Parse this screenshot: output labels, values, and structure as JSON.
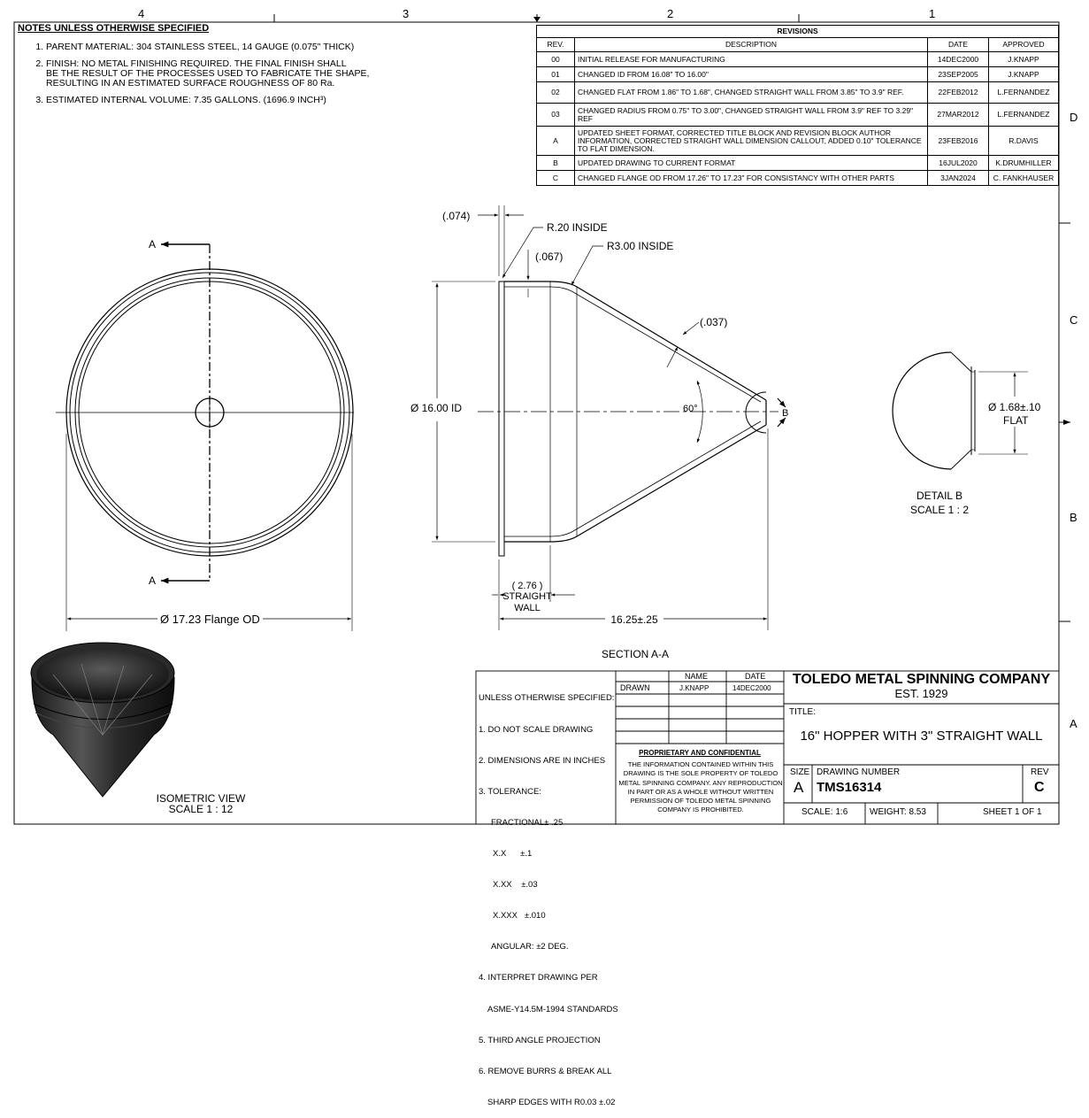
{
  "zones": {
    "top": [
      "4",
      "3",
      "2",
      "1"
    ],
    "right": [
      "D",
      "C",
      "B",
      "A"
    ]
  },
  "notes": {
    "header": "NOTES UNLESS OTHERWISE SPECIFIED",
    "items": [
      "PARENT MATERIAL: 304 STAINLESS STEEL, 14 GAUGE (0.075\" THICK)",
      "FINISH: NO METAL FINISHING REQUIRED.  THE FINAL FINISH SHALL\nBE THE RESULT OF THE PROCESSES USED TO FABRICATE THE SHAPE,\nRESULTING IN AN ESTIMATED SURFACE ROUGHNESS OF 80 Ra.",
      "ESTIMATED INTERNAL VOLUME: 7.35 GALLONS. (1696.9 INCH³)"
    ]
  },
  "revisions": {
    "title": "REVISIONS",
    "headers": [
      "REV.",
      "DESCRIPTION",
      "DATE",
      "APPROVED"
    ],
    "rows": [
      {
        "rev": "00",
        "desc": "INITIAL RELEASE FOR MANUFACTURING",
        "date": "14DEC2000",
        "by": "J.KNAPP"
      },
      {
        "rev": "01",
        "desc": "CHANGED ID FROM 16.08\" TO 16.00\"",
        "date": "23SEP2005",
        "by": "J.KNAPP"
      },
      {
        "rev": "02",
        "desc": "CHANGED FLAT FROM 1.86\" TO 1.68\", CHANGED STRAIGHT WALL FROM 3.85\" TO 3.9\" REF.",
        "date": "22FEB2012",
        "by": "L.FERNANDEZ"
      },
      {
        "rev": "03",
        "desc": "CHANGED RADIUS FROM 0.75\" TO 3.00\", CHANGED STRAIGHT WALL FROM 3.9\" REF TO 3.29\" REF",
        "date": "27MAR2012",
        "by": "L.FERNANDEZ"
      },
      {
        "rev": "A",
        "desc": "UPDATED SHEET FORMAT, CORRECTED TITLE BLOCK AND REVISION BLOCK AUTHOR INFORMATION, CORRECTED STRAIGHT WALL DIMENSION CALLOUT, ADDED 0.10\" TOLERANCE TO FLAT DIMENSION.",
        "date": "23FEB2016",
        "by": "R.DAVIS"
      },
      {
        "rev": "B",
        "desc": "UPDATED DRAWING TO CURRENT FORMAT",
        "date": "16JUL2020",
        "by": "K.DRUMHILLER"
      },
      {
        "rev": "C",
        "desc": "CHANGED FLANGE OD FROM 17.26\" TO 17.23\" FOR CONSISTANCY WITH OTHER PARTS",
        "date": "3JAN2024",
        "by": "C. FANKHAUSER"
      }
    ]
  },
  "views": {
    "front": {
      "section_label": "A",
      "flange_od": "Ø 17.23 Flange OD"
    },
    "section": {
      "title": "SECTION A-A",
      "thickness": "(.074)",
      "inside_radius_small": "R.20 INSIDE",
      "offset": "(.067)",
      "inside_radius_large": "R3.00 INSIDE",
      "wall": "(.037)",
      "id": "Ø 16.00 ID",
      "angle": "60°",
      "detail_ref": "B",
      "straight_wall": [
        "( 2.76 )",
        "STRAIGHT",
        "WALL"
      ],
      "height": "16.25±.25"
    },
    "detail": {
      "flat": "Ø 1.68±.10",
      "flat_label": "FLAT",
      "title": "DETAIL B",
      "scale": "SCALE 1 : 2"
    },
    "iso": {
      "title": "ISOMETRIC VIEW",
      "scale": "SCALE 1 : 12"
    }
  },
  "titleblock": {
    "spec": [
      "UNLESS OTHERWISE SPECIFIED:",
      "1. DO NOT SCALE DRAWING",
      "2. DIMENSIONS ARE IN INCHES",
      "3. TOLERANCE:",
      "FRACTIONAL± .25",
      "X.X      ±.1",
      "X.XX    ±.03",
      "X.XXX   ±.010",
      "ANGULAR: ±2 DEG.",
      "4. INTERPRET DRAWING PER",
      "ASME-Y14.5M-1994 STANDARDS",
      "5. THIRD ANGLE PROJECTION",
      "6. REMOVE BURRS & BREAK ALL",
      "SHARP EDGES WITH R0.03 ±.02"
    ],
    "name_header": "NAME",
    "date_header": "DATE",
    "drawn_label": "DRAWN",
    "drawn_name": "J.KNAPP",
    "drawn_date": "14DEC2000",
    "proprietary_title": "PROPRIETARY AND CONFIDENTIAL",
    "proprietary_text": "THE INFORMATION CONTAINED WITHIN THIS DRAWING IS THE SOLE PROPERTY OF TOLEDO METAL SPINNING COMPANY.  ANY REPRODUCTION IN PART OR AS A WHOLE WITHOUT WRITTEN PERMISSION OF TOLEDO METAL SPINNING COMPANY IS PROHIBITED.",
    "company": "TOLEDO METAL SPINNING COMPANY",
    "est": "EST. 1929",
    "title_label": "TITLE:",
    "title": "16\" HOPPER WITH 3\" STRAIGHT WALL",
    "size_label": "SIZE",
    "size": "A",
    "dwg_label": "DRAWING NUMBER",
    "dwg_no": "TMS16314",
    "rev_label": "REV",
    "rev": "C",
    "scale": "SCALE: 1:6",
    "weight": "WEIGHT: 8.53",
    "sheet": "SHEET 1 OF 1"
  }
}
